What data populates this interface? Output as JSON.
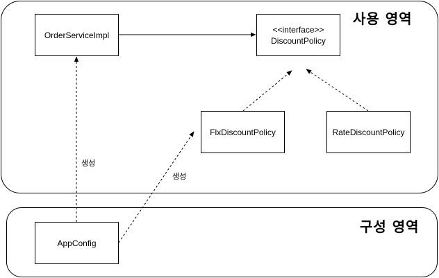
{
  "regions": {
    "usage": "사용 영역",
    "config": "구성 영역"
  },
  "nodes": {
    "order_service_impl": "OrderServiceImpl",
    "discount_policy_stereotype": "<<interface>>",
    "discount_policy": "DiscountPolicy",
    "fix_discount_policy": "FlxDiscountPolicy",
    "rate_discount_policy": "RateDiscountPolicy",
    "app_config": "AppConfig"
  },
  "edge_labels": {
    "create_order_service": "생성",
    "create_fix_policy": "생성"
  }
}
